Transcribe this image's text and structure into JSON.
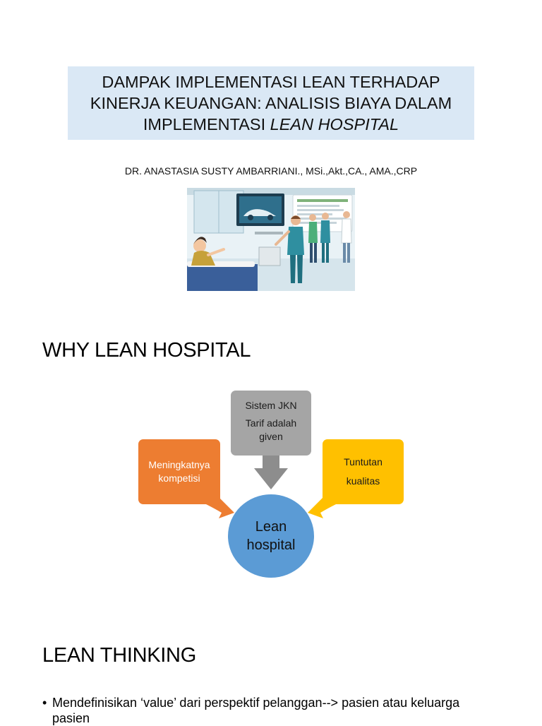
{
  "slide1": {
    "title_line1": "DAMPAK IMPLEMENTASI LEAN TERHADAP",
    "title_line2": "KINERJA KEUANGAN: ANALISIS BIAYA DALAM",
    "title_line3_plain": "IMPLEMENTASI ",
    "title_line3_italic": "LEAN HOSPITAL",
    "author": "DR. ANASTASIA SUSTY AMBARRIANI., MSi.,Akt.,CA., AMA.,CRP",
    "illustration": "hospital-illustration"
  },
  "slide2": {
    "heading": "WHY LEAN HOSPITAL",
    "box_top": {
      "line1": "Sistem JKN",
      "line2": "Tarif adalah",
      "line3": "given"
    },
    "box_left": {
      "line1": "Meningkatnya",
      "line2": "kompetisi"
    },
    "box_right": {
      "line1": "Tuntutan",
      "line2": "kualitas"
    },
    "center": {
      "line1": "Lean",
      "line2": "hospital"
    },
    "colors": {
      "gray": "#a5a5a5",
      "orange": "#ed7d31",
      "gold": "#ffc000",
      "blue": "#5b9bd5"
    }
  },
  "slide3": {
    "heading": "LEAN THINKING",
    "bullet_mark": "•",
    "bullet1": "Mendefinisikan ‘value’ dari perspektif pelanggan--> pasien atau keluarga pasien"
  }
}
